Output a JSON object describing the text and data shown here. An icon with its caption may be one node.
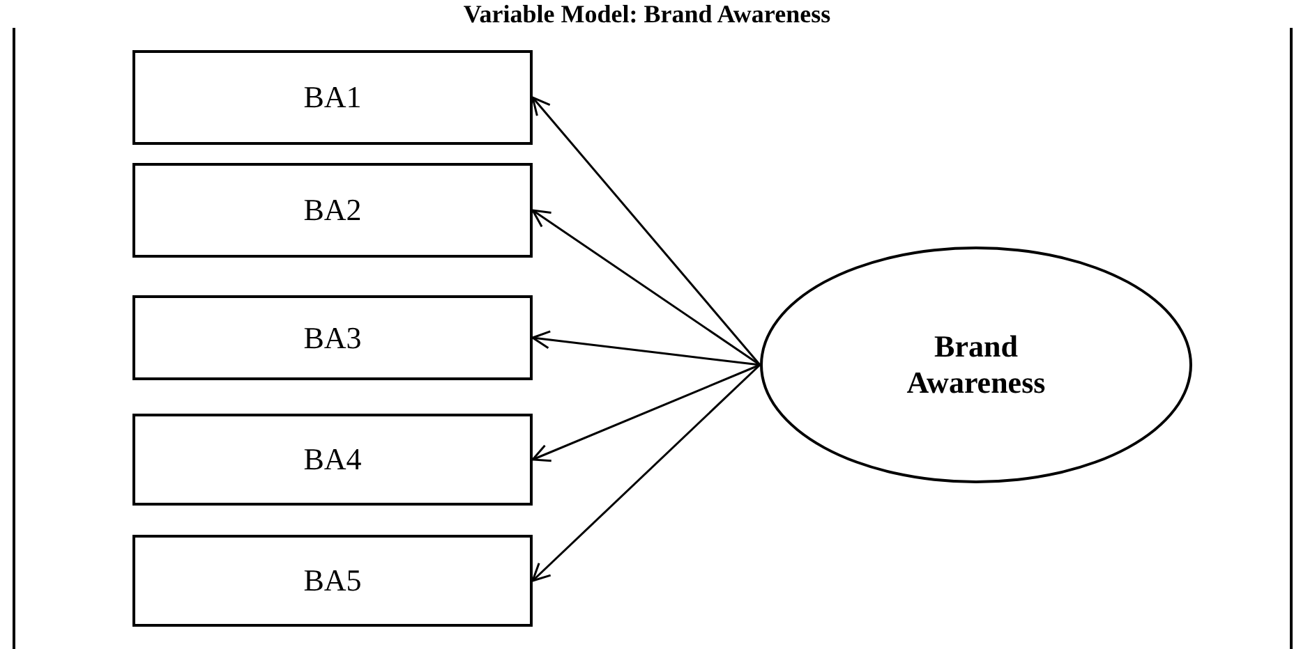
{
  "diagram": {
    "title": "Variable Model: Brand Awareness",
    "nodes": [
      {
        "text": [
          "BA1"
        ]
      },
      {
        "text": [
          "BA2"
        ]
      },
      {
        "text": [
          "BA3"
        ]
      },
      {
        "text": [
          "BA4"
        ]
      },
      {
        "text": [
          "BA5"
        ]
      },
      {
        "text": [
          "Brand Awareness"
        ]
      }
    ],
    "edges": [
      {
        "from": 5,
        "to": 0,
        "arrow": "to"
      },
      {
        "from": 5,
        "to": 1,
        "arrow": "to"
      },
      {
        "from": 5,
        "to": 2,
        "arrow": "to"
      },
      {
        "from": 5,
        "to": 3,
        "arrow": "to"
      },
      {
        "from": 5,
        "to": 4,
        "arrow": "to"
      }
    ]
  }
}
